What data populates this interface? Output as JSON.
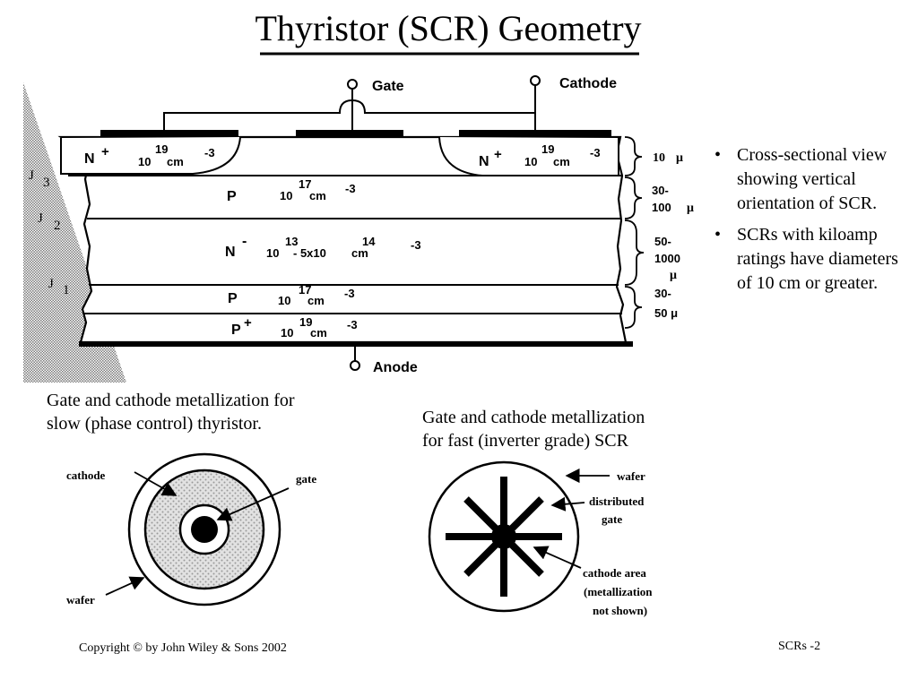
{
  "slide": {
    "title": "Thyristor (SCR) Geometry",
    "page_number": "SCRs -2",
    "copyright": "Copyright © by John Wiley & Sons 2002"
  },
  "bullets": [
    "Cross-sectional view showing vertical orientation of SCR.",
    "SCRs with kiloamp ratings have diameters of 10 cm or greater."
  ],
  "cross_section": {
    "terminals": {
      "gate": "Gate",
      "cathode": "Cathode",
      "anode": "Anode"
    },
    "junctions": [
      {
        "letter": "J",
        "sub": "3"
      },
      {
        "letter": "J",
        "sub": "2"
      },
      {
        "letter": "J",
        "sub": "1"
      }
    ],
    "regions": {
      "n_plus_left": {
        "label": "N",
        "sup": "+",
        "base": "10",
        "exp": "19",
        "unit": "cm",
        "unit_exp": "-3"
      },
      "n_plus_right": {
        "label": "N",
        "sup": "+",
        "base": "10",
        "exp": "19",
        "unit": "cm",
        "unit_exp": "-3"
      },
      "p_upper": {
        "label": "P",
        "base": "10",
        "exp": "17",
        "unit": "cm",
        "unit_exp": "-3"
      },
      "n_minus": {
        "label": "N",
        "sup": "-",
        "base": "10",
        "exp": "13",
        "dash": "- 5x10",
        "exp2": "14",
        "unit": "cm",
        "unit_exp": "-3"
      },
      "p_lower": {
        "label": "P",
        "base": "10",
        "exp": "17",
        "unit": "cm",
        "unit_exp": "-3"
      },
      "p_plus": {
        "label": "P",
        "sup": "+",
        "base": "10",
        "exp": "19",
        "unit": "cm",
        "unit_exp": "-3"
      }
    },
    "thicknesses": {
      "t1": "10",
      "t1_unit": "μ",
      "t2": "30-",
      "t2b": "100",
      "t2_unit": "μ",
      "t3": "50-",
      "t3b": "1000",
      "t3_unit": "μ",
      "t4": "30-",
      "t4b": "50 μ"
    }
  },
  "slow_thyristor": {
    "caption_line1": "Gate and cathode metallization for",
    "caption_line2": "slow (phase control) thyristor.",
    "labels": {
      "cathode": "cathode",
      "gate": "gate",
      "wafer": "wafer"
    }
  },
  "fast_scr": {
    "caption_line1": "Gate and cathode metallization",
    "caption_line2": "for fast (inverter grade) SCR",
    "labels": {
      "wafer": "wafer",
      "distributed_gate_1": "distributed",
      "distributed_gate_2": "gate",
      "cathode_area_1": "cathode area",
      "cathode_area_2": "(metallization",
      "cathode_area_3": "not shown)"
    }
  },
  "colors": {
    "ink": "#000000",
    "paper": "#ffffff",
    "stipple": "#bdbdbd",
    "wedge": "#8c8c8c"
  }
}
